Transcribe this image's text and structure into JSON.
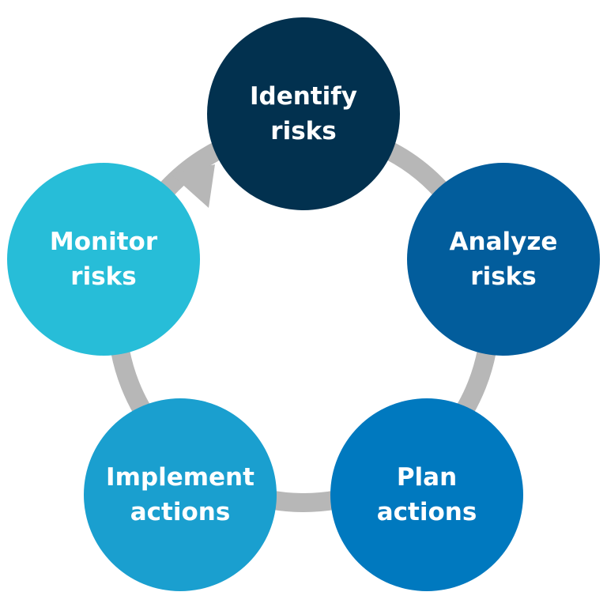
{
  "steps": [
    {
      "line1": "Identify",
      "line2": "risks",
      "color": "#02314f"
    },
    {
      "line1": "Analyze",
      "line2": "risks",
      "color": "#025d9c"
    },
    {
      "line1": "Plan",
      "line2": "actions",
      "color": "#0079bf"
    },
    {
      "line1": "Implement",
      "line2": "actions",
      "color": "#1a9fcf"
    },
    {
      "line1": "Monitor",
      "line2": "risks",
      "color": "#27bdd8"
    }
  ],
  "ring_color": "#b7b7b7"
}
